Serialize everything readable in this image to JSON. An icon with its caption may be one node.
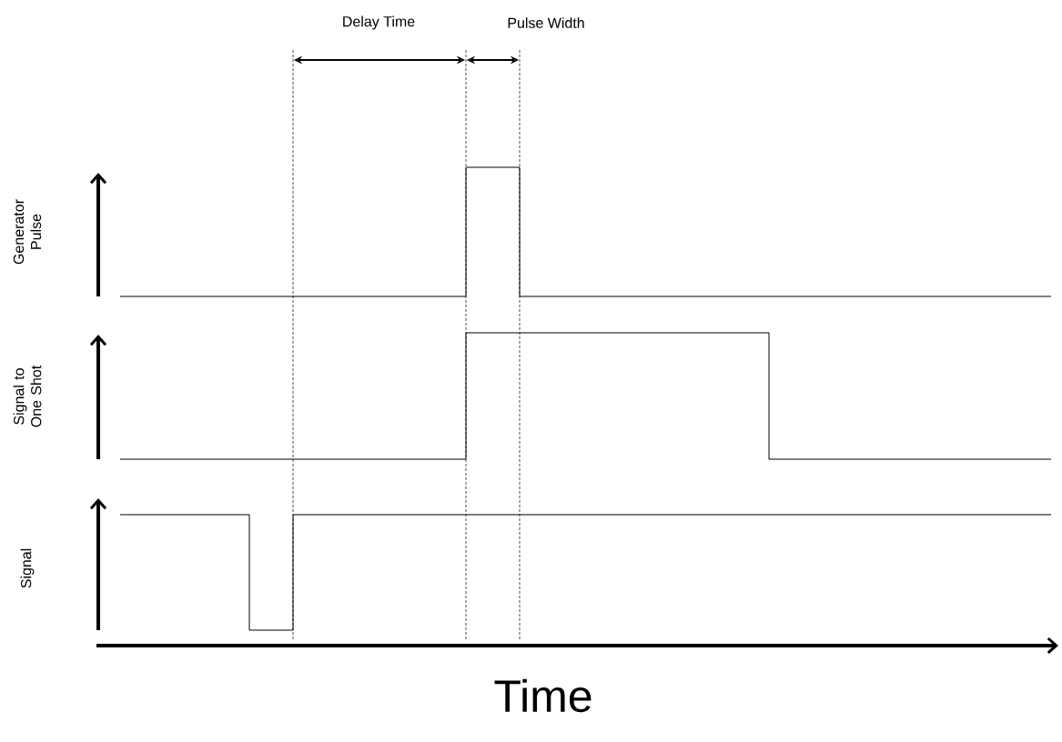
{
  "diagram": {
    "labels": [
      "Delay Time",
      "Pulse Width",
      "Generator Pulse",
      "Signal to One Shot",
      "Signal",
      "Time"
    ]
  }
}
